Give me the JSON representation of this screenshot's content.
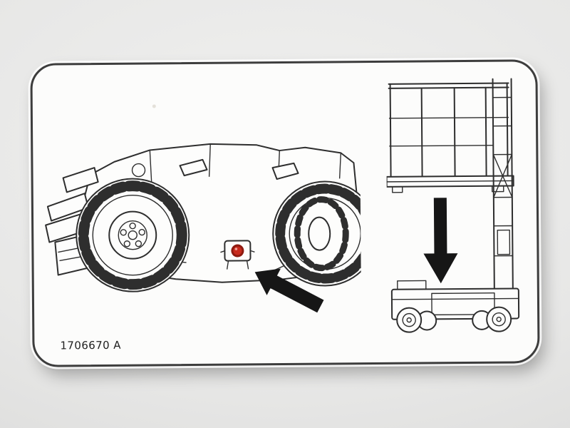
{
  "photo": {
    "background": "#e6e6e6"
  },
  "decal": {
    "part_number": "1706670 A",
    "colors": {
      "label_bg": "#fcfcfb",
      "border": "#3d3d3d",
      "line_art": "#2e2e2e",
      "arrow": "#161616",
      "valve_red": "#c82a1d",
      "valve_red_dark": "#8e1a10",
      "valve_highlight": "#efa49a"
    },
    "illustrations": {
      "left": "machine-chassis-underside-with-manual-descent-valve",
      "right": "scissor-lift-stowed-position-lowering"
    },
    "icons": [
      "pointer-arrow-icon",
      "down-arrow-icon",
      "manual-descent-valve-icon"
    ]
  }
}
